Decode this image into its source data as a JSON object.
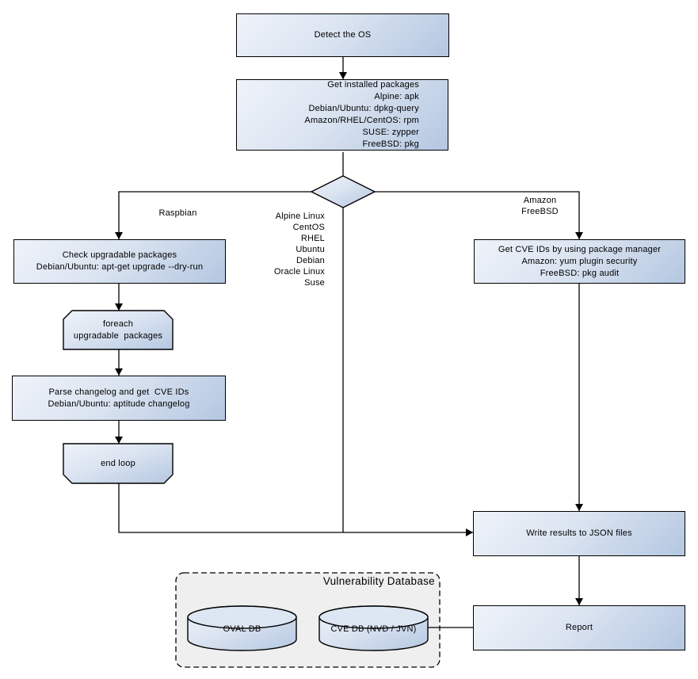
{
  "diagram": {
    "type": "flowchart",
    "nodes": {
      "detect_os": {
        "label": "Detect the OS",
        "shape": "rect"
      },
      "get_installed": {
        "label": "Get installed packages\nAlpine: apk\nDebian/Ubuntu: dpkg-query\nAmazon/RHEL/CentOS: rpm\nSUSE: zypper\nFreeBSD: pkg",
        "shape": "rect"
      },
      "os_decision": {
        "label": "",
        "shape": "diamond"
      },
      "check_upgradable": {
        "label": "Check upgradable packages\nDebian/Ubuntu: apt-get upgrade --dry-run",
        "shape": "rect"
      },
      "foreach": {
        "label": "foreach\nupgradable  packages",
        "shape": "loop-begin"
      },
      "parse_changelog": {
        "label": "Parse changelog and get  CVE IDs\nDebian/Ubuntu: aptitude changelog",
        "shape": "rect"
      },
      "end_loop": {
        "label": "end loop",
        "shape": "loop-end"
      },
      "get_cve_ids": {
        "label": "Get CVE IDs by using package manager\nAmazon: yum plugin security\nFreeBSD: pkg audit",
        "shape": "rect"
      },
      "write_results": {
        "label": "Write results to JSON files",
        "shape": "rect"
      },
      "report": {
        "label": "Report",
        "shape": "rect"
      },
      "oval_db": {
        "label": "OVAL DB",
        "shape": "cylinder"
      },
      "cve_db": {
        "label": "CVE DB (NVD / JVN)",
        "shape": "cylinder"
      }
    },
    "edge_labels": {
      "raspbian": "Raspbian",
      "os_list": "Alpine Linux\nCentOS\nRHEL\nUbuntu\nDebian\nOracle Linux\nSuse",
      "amazon_freebsd": "Amazon\nFreeBSD"
    },
    "group": {
      "title": "Vulnerability Database",
      "members": [
        "oval_db",
        "cve_db"
      ]
    },
    "colors": {
      "node_gradient_start": "#eff3fa",
      "node_gradient_end": "#b4c7e1",
      "cylinder_top": "#dde7f3",
      "border": "#000000",
      "group_fill": "#efefef",
      "background": "#ffffff"
    }
  }
}
